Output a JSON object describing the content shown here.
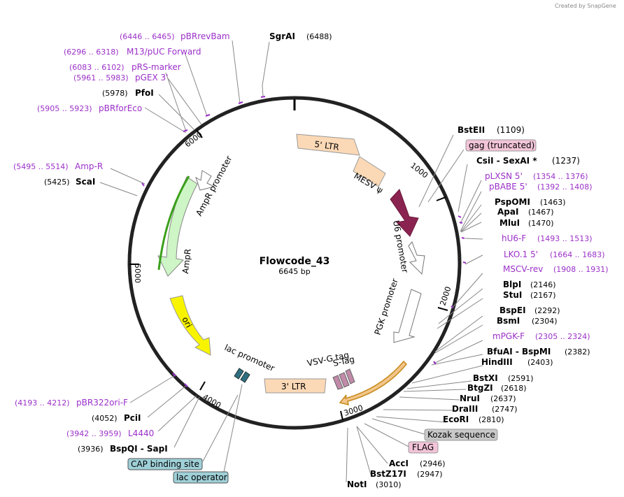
{
  "watermark": "Created by SnapGene",
  "plasmid": {
    "name": "Flowcode_43",
    "length": "6645 bp"
  },
  "ticks": [
    "1000",
    "2000",
    "3000",
    "4000",
    "5000",
    "6000"
  ],
  "features": [
    "5' LTR",
    "MESV ψ",
    "U6 promoter",
    "PGK promoter",
    "VSV-G tag",
    "S-Tag",
    "3' LTR",
    "lac promoter",
    "ori",
    "AmpR",
    "AmpR promoter"
  ],
  "boxed": [
    {
      "text": "gag (truncated)",
      "color": "#f2c4d8"
    },
    {
      "text": "Kozak sequence",
      "color": "#c8c8c8"
    },
    {
      "text": "FLAG",
      "color": "#f2c4d8"
    },
    {
      "text": "CAP binding site",
      "color": "#9fd0d8"
    },
    {
      "text": "lac operator",
      "color": "#9fd0d8"
    }
  ],
  "right_labels": [
    {
      "name": "BstEII",
      "pos": "(1109)"
    },
    {
      "name": "CsiI  -  SexAI *",
      "pos": "(1237)"
    },
    {
      "name": "pLXSN 5'",
      "pos": "(1354 .. 1376)",
      "primer": true
    },
    {
      "name": "pBABE 5'",
      "pos": "(1392 .. 1408)",
      "primer": true
    },
    {
      "name": "PspOMI",
      "pos": "(1463)"
    },
    {
      "name": "ApaI",
      "pos": "(1467)"
    },
    {
      "name": "MluI",
      "pos": "(1470)"
    },
    {
      "name": "hU6-F",
      "pos": "(1493 .. 1513)",
      "primer": true
    },
    {
      "name": "LKO.1 5'",
      "pos": "(1664 .. 1683)",
      "primer": true
    },
    {
      "name": "MSCV-rev",
      "pos": "(1908 .. 1931)",
      "primer": true
    },
    {
      "name": "BlpI",
      "pos": "(2146)"
    },
    {
      "name": "StuI",
      "pos": "(2167)"
    },
    {
      "name": "BspEI",
      "pos": "(2292)"
    },
    {
      "name": "BsmI",
      "pos": "(2304)"
    },
    {
      "name": "mPGK-F",
      "pos": "(2305 .. 2324)",
      "primer": true
    },
    {
      "name": "BfuAI  -  BspMI",
      "pos": "(2382)"
    },
    {
      "name": "HindIII",
      "pos": "(2403)"
    },
    {
      "name": "BstXI",
      "pos": "(2591)"
    },
    {
      "name": "BtgZI",
      "pos": "(2618)"
    },
    {
      "name": "NruI",
      "pos": "(2637)"
    },
    {
      "name": "DraIII",
      "pos": "(2747)"
    },
    {
      "name": "EcoRI",
      "pos": "(2810)"
    },
    {
      "name": "AccI",
      "pos": "(2946)"
    },
    {
      "name": "BstZ17I",
      "pos": "(2947)"
    },
    {
      "name": "NotI",
      "pos": "(3010)"
    }
  ],
  "left_labels": [
    {
      "name": "pBRrevBam",
      "pos": "(6446 .. 6465)",
      "primer": true
    },
    {
      "name": "SgrAI",
      "pos": "(6488)"
    },
    {
      "name": "M13/pUC Forward",
      "pos": "(6296 .. 6318)",
      "primer": true
    },
    {
      "name": "pRS-marker",
      "pos": "(6083 .. 6102)",
      "primer": true
    },
    {
      "name": "pGEX 3'",
      "pos": "(5961 .. 5983)",
      "primer": true
    },
    {
      "name": "PfoI",
      "pos": "(5978)"
    },
    {
      "name": "pBRforEco",
      "pos": "(5905 .. 5923)",
      "primer": true
    },
    {
      "name": "Amp-R",
      "pos": "(5495 .. 5514)",
      "primer": true
    },
    {
      "name": "ScaI",
      "pos": "(5425)"
    },
    {
      "name": "pBR322ori-F",
      "pos": "(4193 .. 4212)",
      "primer": true
    },
    {
      "name": "PciI",
      "pos": "(4052)"
    },
    {
      "name": "L4440",
      "pos": "(3942 .. 3959)",
      "primer": true
    },
    {
      "name": "BspQI  -  SapI",
      "pos": "(3936)"
    }
  ]
}
